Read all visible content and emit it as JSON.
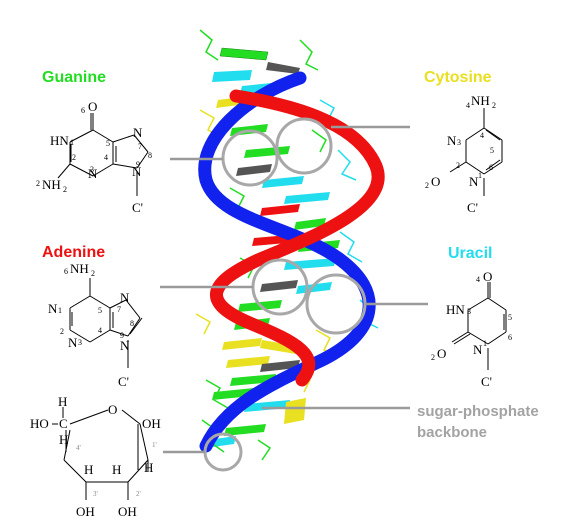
{
  "labels": {
    "guanine": "Guanine",
    "cytosine": "Cytosine",
    "adenine": "Adenine",
    "uracil": "Uracil",
    "backbone_line1": "sugar-phosphate",
    "backbone_line2": "backbone"
  },
  "colors": {
    "guanine": "#22dd22",
    "cytosine": "#e8e020",
    "adenine": "#ee1111",
    "uracil": "#22ddee",
    "backbone_label": "#a3a3a3",
    "helix_red": "#ee1111",
    "helix_blue": "#1122ee"
  },
  "guanine": {
    "o": "O",
    "o_num": "6",
    "n1": "HN",
    "n1_num": "1",
    "n7": "N",
    "n7_num": "7",
    "n9": "N",
    "n9_num": "9",
    "n3": "N",
    "n3_num": "3",
    "nh2": "NH",
    "nh2_sub": "2",
    "nh2_num": "2",
    "c": "C'",
    "c2": "2",
    "c4": "4",
    "c5": "5",
    "c8": "8"
  },
  "cytosine": {
    "nh2": "NH",
    "nh2_sub": "2",
    "nh2_num": "4",
    "n3": "N",
    "n3_num": "3",
    "o": "O",
    "o_num": "2",
    "n1": "N",
    "n1_num": "1",
    "c": "C'",
    "c2": "2",
    "c4": "4",
    "c5": "5",
    "c6": "6"
  },
  "adenine": {
    "nh2": "NH",
    "nh2_sub": "2",
    "nh2_num": "6",
    "n1": "N",
    "n1_num": "1",
    "n7": "N",
    "n7_num": "7",
    "n3": "N",
    "n3_num": "3",
    "n9": "N",
    "n9_num": "9",
    "c": "C'",
    "c2": "2",
    "c4": "4",
    "c5": "5",
    "c8": "8"
  },
  "uracil": {
    "o4": "O",
    "o4_num": "4",
    "hn3": "HN",
    "hn3_num": "3",
    "o2": "O",
    "o2_num": "2",
    "n1": "N",
    "n1_num": "1",
    "c": "C'",
    "c5": "5",
    "c6": "6"
  },
  "sugar": {
    "h_top": "H",
    "ho_c": "HO",
    "c_label": "C",
    "h_left": "H",
    "o_ring": "O",
    "oh_right": "OH",
    "h_mid1": "H",
    "h_mid2": "H",
    "h_right": "H",
    "oh_bottom1": "OH",
    "oh_bottom2": "OH",
    "num4": "4'",
    "num3": "3'",
    "num2": "2'",
    "num1": "1'"
  }
}
